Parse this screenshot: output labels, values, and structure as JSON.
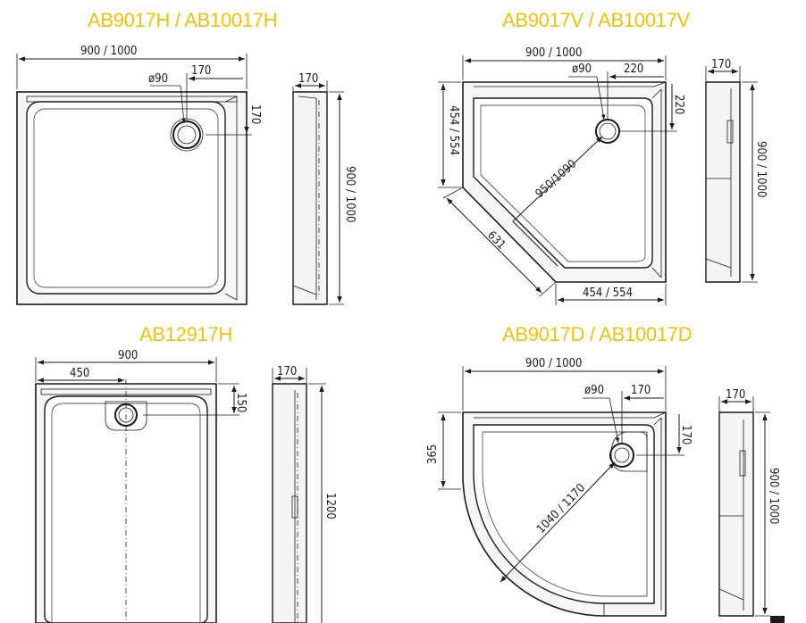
{
  "titles": {
    "top_left": "AB9017H / AB10017H",
    "top_right": "AB9017V / AB10017V",
    "bottom_left": "AB12917H",
    "bottom_right": "AB9017D  / AB10017D"
  },
  "dims": {
    "h_width": "900 / 1000",
    "h_drain": "ø90",
    "h_offset_x": "170",
    "h_offset_y": "170",
    "h_side_depth": "170",
    "h_side_height": "900 / 1000",
    "v_width": "900 / 1000",
    "v_drain": "ø90",
    "v_offset_x": "220",
    "v_offset_y": "220",
    "v_left": "454 / 554",
    "v_bottom": "454 / 554",
    "v_diag": "950/1090",
    "v_front": "631",
    "v_side_depth": "170",
    "v_side_height": "900 / 1000",
    "r_width": "900",
    "r_half": "450",
    "r_offset": "150",
    "r_side_depth": "170",
    "r_side_height": "1200",
    "d_width": "900 / 1000",
    "d_drain": "ø90",
    "d_offset_x": "170",
    "d_offset_y": "170",
    "d_left": "365",
    "d_diag": "1040 / 1170",
    "d_side_depth": "170",
    "d_side_height": "900 / 1000"
  },
  "colors": {
    "title": "#e8c21a",
    "line": "#1a1a1a"
  }
}
